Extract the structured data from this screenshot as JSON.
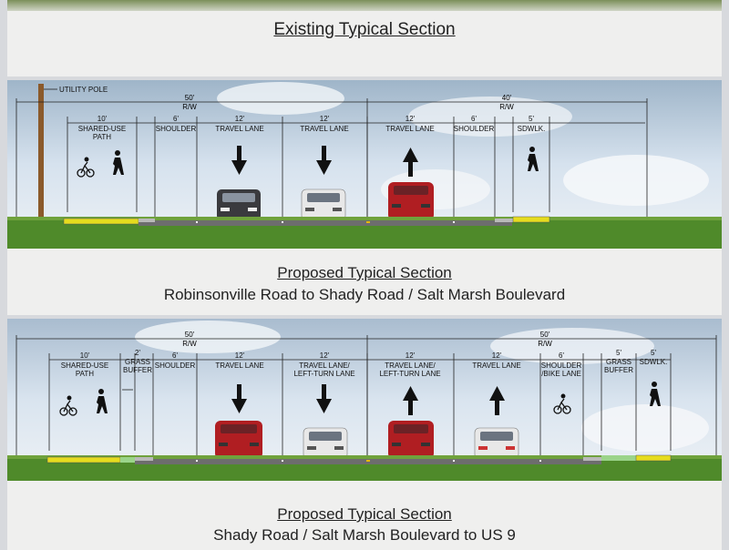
{
  "colors": {
    "sky": "#d6e2ee",
    "grass": "#4f8a2a",
    "asphalt": "#6d6d6d",
    "concrete": "#b9b9b9",
    "path_yellow": "#e6dc1e",
    "buffer_green": "#9bd48a",
    "pole": "#8b5a2b",
    "car_red": "#b01e22",
    "car_dark": "#3a3a3e",
    "car_white": "#e8e8e8"
  },
  "section0": {
    "title": "Existing Typical Section"
  },
  "section1": {
    "title": "Proposed Typical Section",
    "subtitle": "Robinsonville Road to Shady Road / Salt Marsh Boulevard",
    "utility_pole_label": "UTILITY POLE",
    "rw": [
      {
        "dim": "50'",
        "label": "R/W"
      },
      {
        "dim": "40'",
        "label": "R/W"
      }
    ],
    "lanes": [
      {
        "dim": "10'",
        "label1": "SHARED-USE",
        "label2": "PATH"
      },
      {
        "dim": "6'",
        "label1": "SHOULDER",
        "label2": ""
      },
      {
        "dim": "12'",
        "label1": "TRAVEL LANE",
        "label2": ""
      },
      {
        "dim": "12'",
        "label1": "TRAVEL LANE",
        "label2": ""
      },
      {
        "dim": "12'",
        "label1": "TRAVEL LANE",
        "label2": ""
      },
      {
        "dim": "6'",
        "label1": "SHOULDER",
        "label2": ""
      },
      {
        "dim": "5'",
        "label1": "SDWLK.",
        "label2": ""
      }
    ]
  },
  "section2": {
    "title": "Proposed Typical Section",
    "subtitle": "Shady Road / Salt Marsh Boulevard to US 9",
    "rw": [
      {
        "dim": "50'",
        "label": "R/W"
      },
      {
        "dim": "50'",
        "label": "R/W"
      }
    ],
    "lanes": [
      {
        "dim": "10'",
        "label1": "SHARED-USE",
        "label2": "PATH"
      },
      {
        "dim": "2'",
        "label1": "GRASS",
        "label2": "BUFFER"
      },
      {
        "dim": "6'",
        "label1": "SHOULDER",
        "label2": ""
      },
      {
        "dim": "12'",
        "label1": "TRAVEL LANE",
        "label2": ""
      },
      {
        "dim": "12'",
        "label1": "TRAVEL LANE/",
        "label2": "LEFT-TURN LANE"
      },
      {
        "dim": "12'",
        "label1": "TRAVEL LANE/",
        "label2": "LEFT-TURN LANE"
      },
      {
        "dim": "12'",
        "label1": "TRAVEL LANE",
        "label2": ""
      },
      {
        "dim": "6'",
        "label1": "SHOULDER",
        "label2": "/BIKE LANE"
      },
      {
        "dim": "5'",
        "label1": "GRASS",
        "label2": "BUFFER"
      },
      {
        "dim": "5'",
        "label1": "SDWLK.",
        "label2": ""
      }
    ]
  }
}
